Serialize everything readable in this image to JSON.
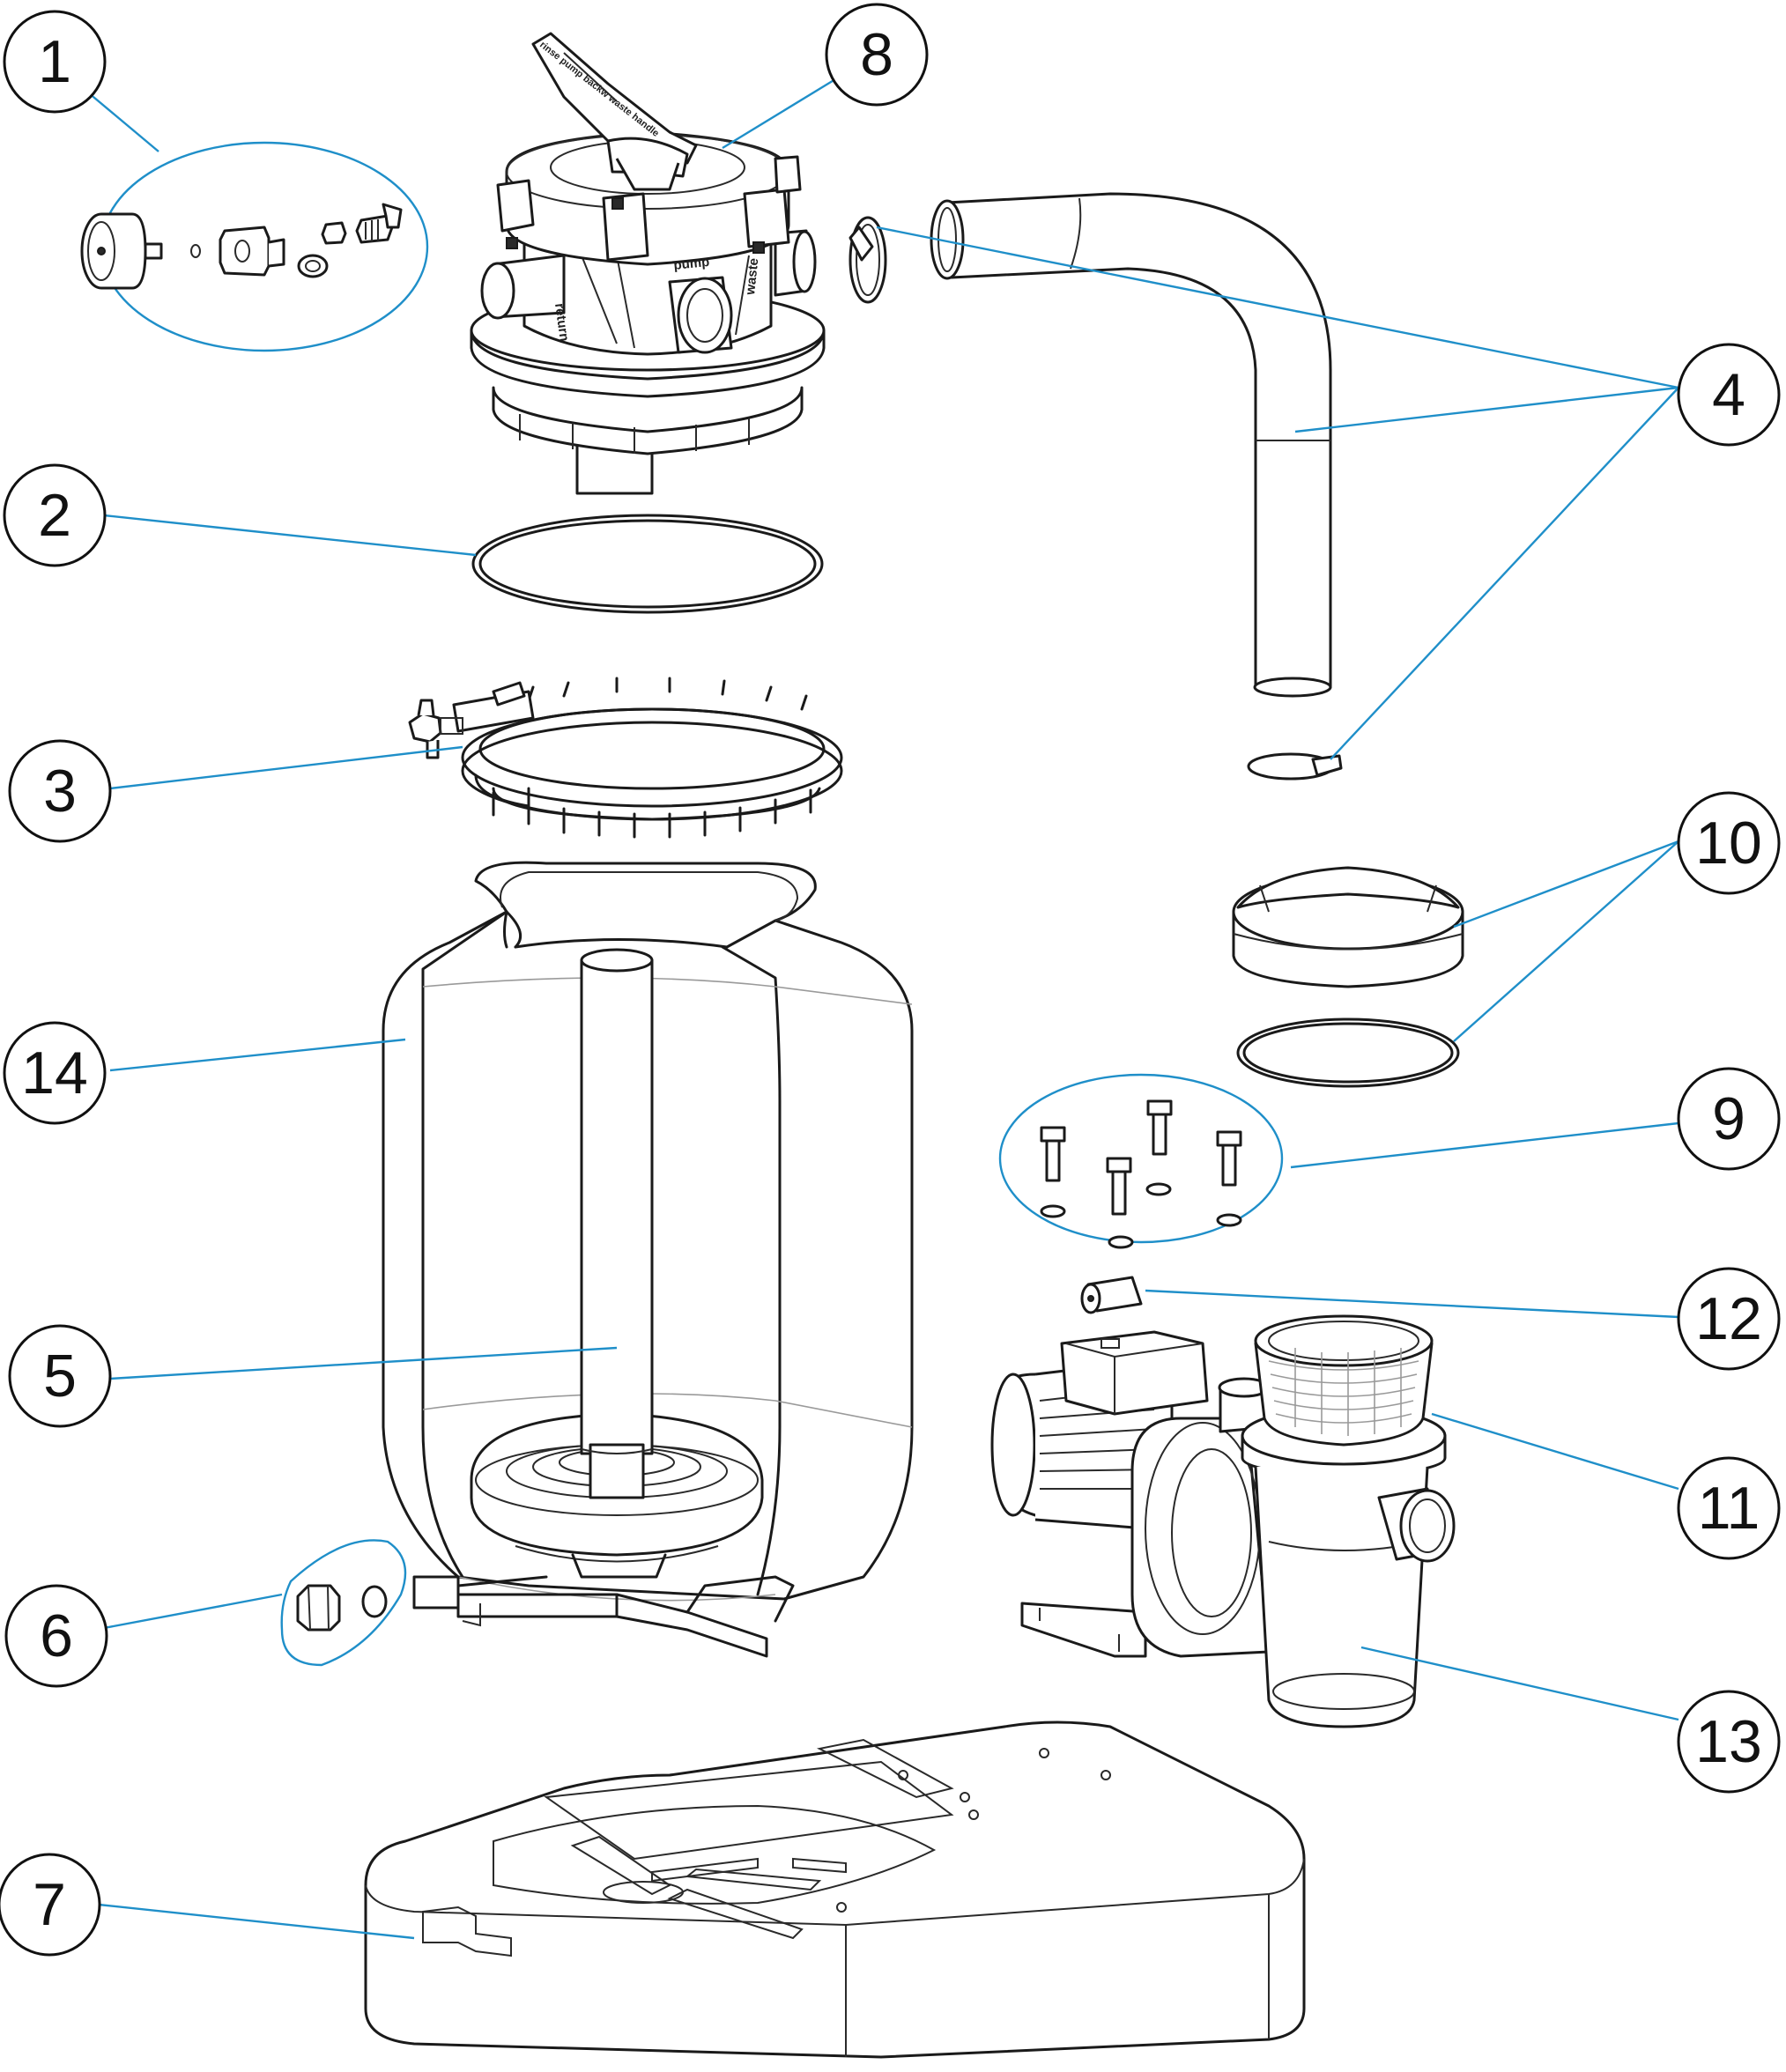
{
  "colors": {
    "leader": "#1f8fc9",
    "outline": "#1a1a1a",
    "background": "#ffffff"
  },
  "valve_labels": {
    "pump": "pump",
    "return": "return",
    "waste": "waste",
    "handle_text": "rinse  pump  backw  waste  handle"
  },
  "callouts": [
    {
      "id": "1",
      "label": "1"
    },
    {
      "id": "2",
      "label": "2"
    },
    {
      "id": "3",
      "label": "3"
    },
    {
      "id": "4",
      "label": "4"
    },
    {
      "id": "5",
      "label": "5"
    },
    {
      "id": "6",
      "label": "6"
    },
    {
      "id": "7",
      "label": "7"
    },
    {
      "id": "8",
      "label": "8"
    },
    {
      "id": "9",
      "label": "9"
    },
    {
      "id": "10",
      "label": "10"
    },
    {
      "id": "11",
      "label": "11"
    },
    {
      "id": "12",
      "label": "12"
    },
    {
      "id": "13",
      "label": "13"
    },
    {
      "id": "14",
      "label": "14"
    }
  ]
}
